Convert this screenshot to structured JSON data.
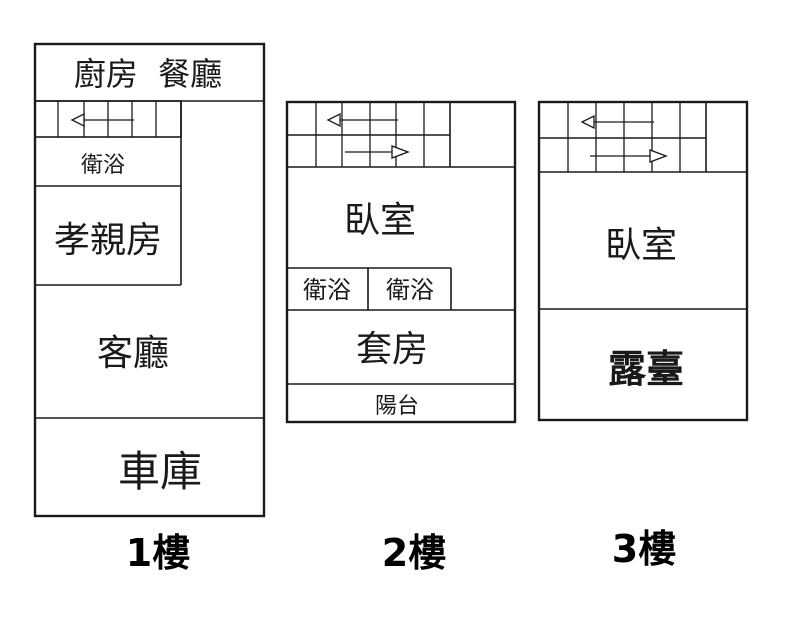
{
  "floors": [
    {
      "label": "1樓",
      "rooms": {
        "kitchen_dining": "廚房  餐廳",
        "bathroom": "衛浴",
        "elder_room": "孝親房",
        "living_room": "客廳",
        "garage": "車庫"
      }
    },
    {
      "label": "2樓",
      "rooms": {
        "bedroom": "臥室",
        "bathroom_left": "衛浴",
        "bathroom_right": "衛浴",
        "suite": "套房",
        "balcony": "陽台"
      }
    },
    {
      "label": "3樓",
      "rooms": {
        "bedroom": "臥室",
        "terrace": "露臺"
      }
    }
  ],
  "colors": {
    "line": "#1a1a1a",
    "background": "#ffffff"
  }
}
